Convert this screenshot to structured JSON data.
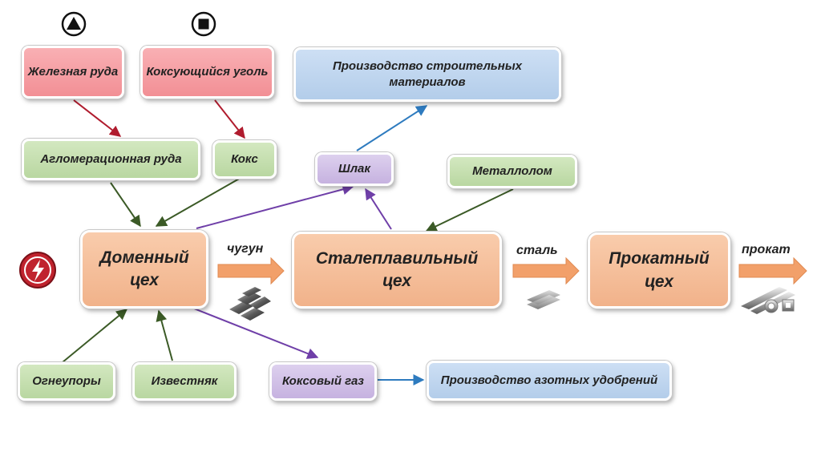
{
  "symbols": {
    "ore_symbol": "triangle-in-circle-icon",
    "coal_symbol": "square-in-circle-icon",
    "energy_symbol": "lightning-in-circle-icon"
  },
  "nodes": {
    "iron_ore": "Железная руда",
    "coking_coal": "Коксующийся уголь",
    "building_materials": "Производство строительных материалов",
    "sinter": "Агломерационная руда",
    "coke": "Кокс",
    "slag": "Шлак",
    "scrap": "Металлолом",
    "blast_furnace": "Доменный цех",
    "steelmaking": "Сталеплавильный цех",
    "rolling": "Прокатный цех",
    "refractories": "Огнеупоры",
    "limestone": "Известняк",
    "coke_gas": "Коксовый газ",
    "fertilizers": "Производство азотных удобрений"
  },
  "flows": {
    "pig_iron": "чугун",
    "steel": "сталь",
    "rolled": "прокат"
  },
  "colors": {
    "raw_arrow": "#b01c2e",
    "input_arrow": "#3b5a26",
    "purple_arrow": "#6f3fa8",
    "blue_arrow": "#2e7bbf",
    "flow_arrow": "#f2a06a"
  }
}
